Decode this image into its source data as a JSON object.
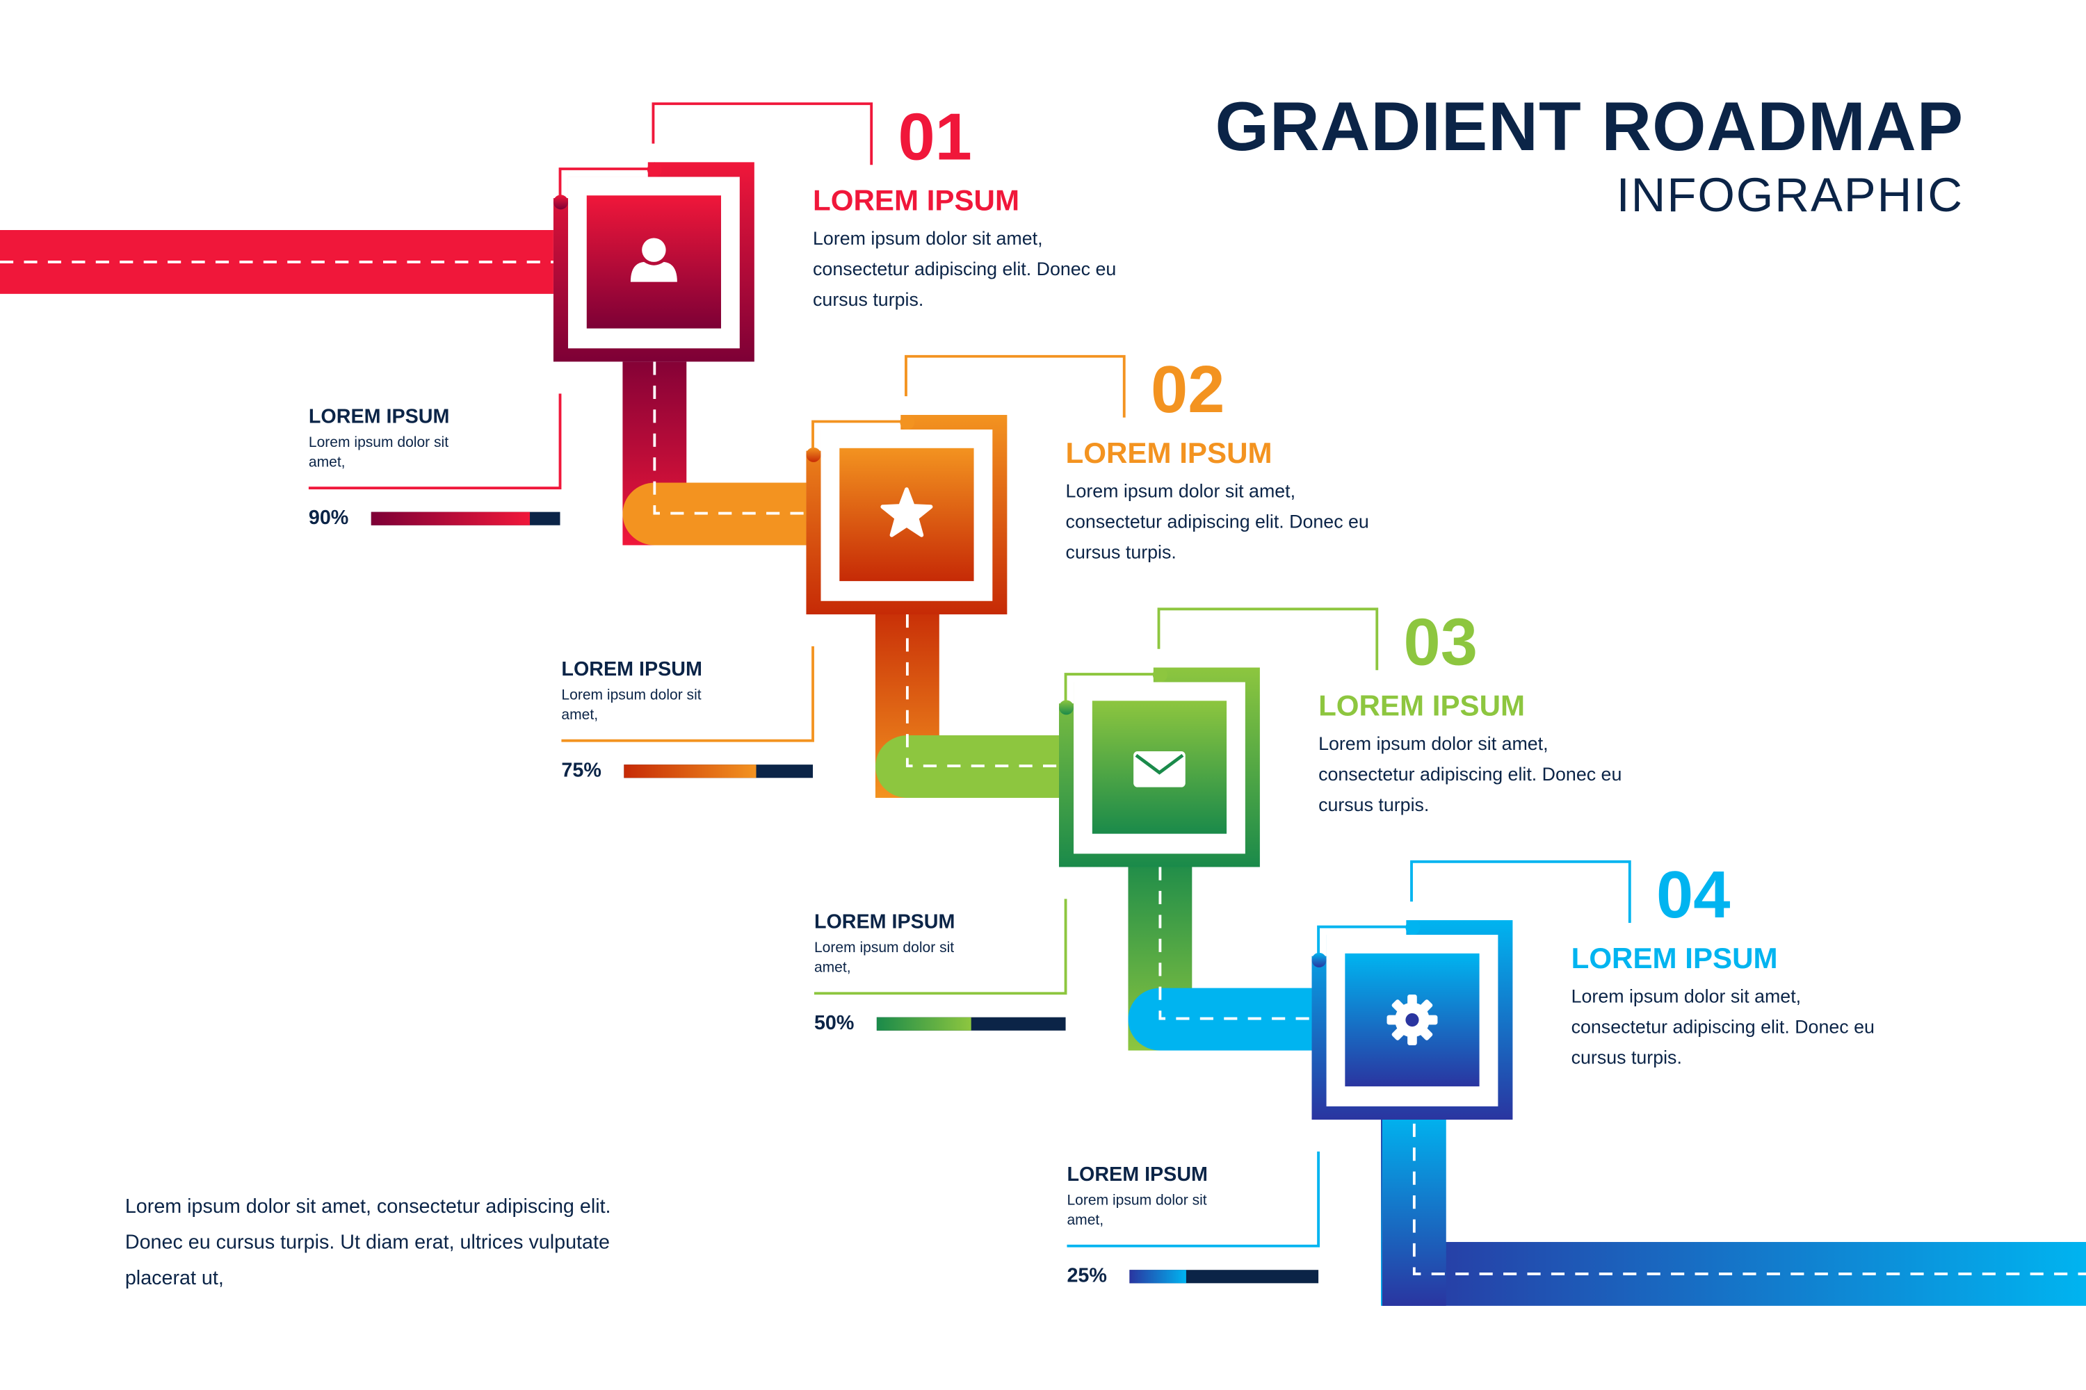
{
  "header": {
    "title": "GRADIENT ROADMAP",
    "subtitle": "INFOGRAPHIC"
  },
  "colors": {
    "navy": "#0b2447"
  },
  "steps": [
    {
      "number": "01",
      "title": "LOREM IPSUM",
      "description": "Lorem ipsum dolor sit amet, consectetur adipiscing elit. Donec eu cursus turpis.",
      "icon": "user-icon",
      "color": "#f0173a",
      "dark": "#7d0036",
      "side_title": "LOREM IPSUM",
      "side_text": "Lorem ipsum dolor sit amet,",
      "percent_label": "90%",
      "percent": 84
    },
    {
      "number": "02",
      "title": "LOREM IPSUM",
      "description": "Lorem ipsum dolor sit amet, consectetur adipiscing elit. Donec eu cursus turpis.",
      "icon": "star-icon",
      "color": "#f39320",
      "dark": "#c62a06",
      "side_title": "LOREM IPSUM",
      "side_text": "Lorem ipsum dolor sit amet,",
      "percent_label": "75%",
      "percent": 70
    },
    {
      "number": "03",
      "title": "LOREM IPSUM",
      "description": "Lorem ipsum dolor sit amet, consectetur adipiscing elit. Donec eu cursus turpis.",
      "icon": "envelope-icon",
      "color": "#8dc63f",
      "dark": "#1a8a4a",
      "side_title": "LOREM IPSUM",
      "side_text": "Lorem ipsum dolor sit amet,",
      "percent_label": "50%",
      "percent": 50
    },
    {
      "number": "04",
      "title": "LOREM IPSUM",
      "description": "Lorem ipsum dolor sit amet, consectetur adipiscing elit. Donec eu cursus turpis.",
      "icon": "gear-icon",
      "color": "#00b4f0",
      "dark": "#2a35a0",
      "side_title": "LOREM IPSUM",
      "side_text": "Lorem ipsum dolor sit amet,",
      "percent_label": "25%",
      "percent": 30
    }
  ],
  "footer": {
    "text": "Lorem ipsum dolor sit amet, consectetur adipiscing elit. Donec eu cursus turpis. Ut diam erat, ultrices vulputate placerat ut,"
  }
}
